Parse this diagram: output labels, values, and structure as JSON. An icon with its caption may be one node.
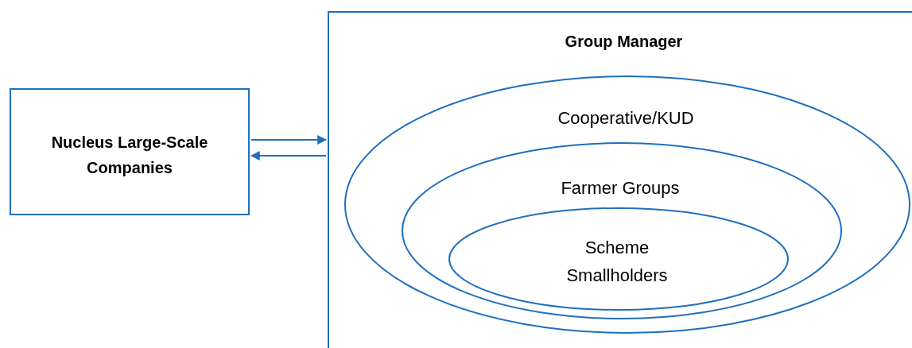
{
  "diagram": {
    "nodes": [
      {
        "text": [
          "Nucleus Large-Scale Companies"
        ]
      },
      {
        "text": [
          "Group Manager"
        ]
      },
      {
        "text": [
          "Cooperative/KUD"
        ],
        "in": 1
      },
      {
        "text": [
          "Farmer Groups"
        ],
        "in": 2
      },
      {
        "text": [
          "Scheme Smallholders"
        ],
        "in": 3
      }
    ],
    "edges": [
      {
        "from": 0,
        "to": 1,
        "arrow": "to"
      },
      {
        "from": 1,
        "to": 0,
        "arrow": "to"
      }
    ]
  }
}
